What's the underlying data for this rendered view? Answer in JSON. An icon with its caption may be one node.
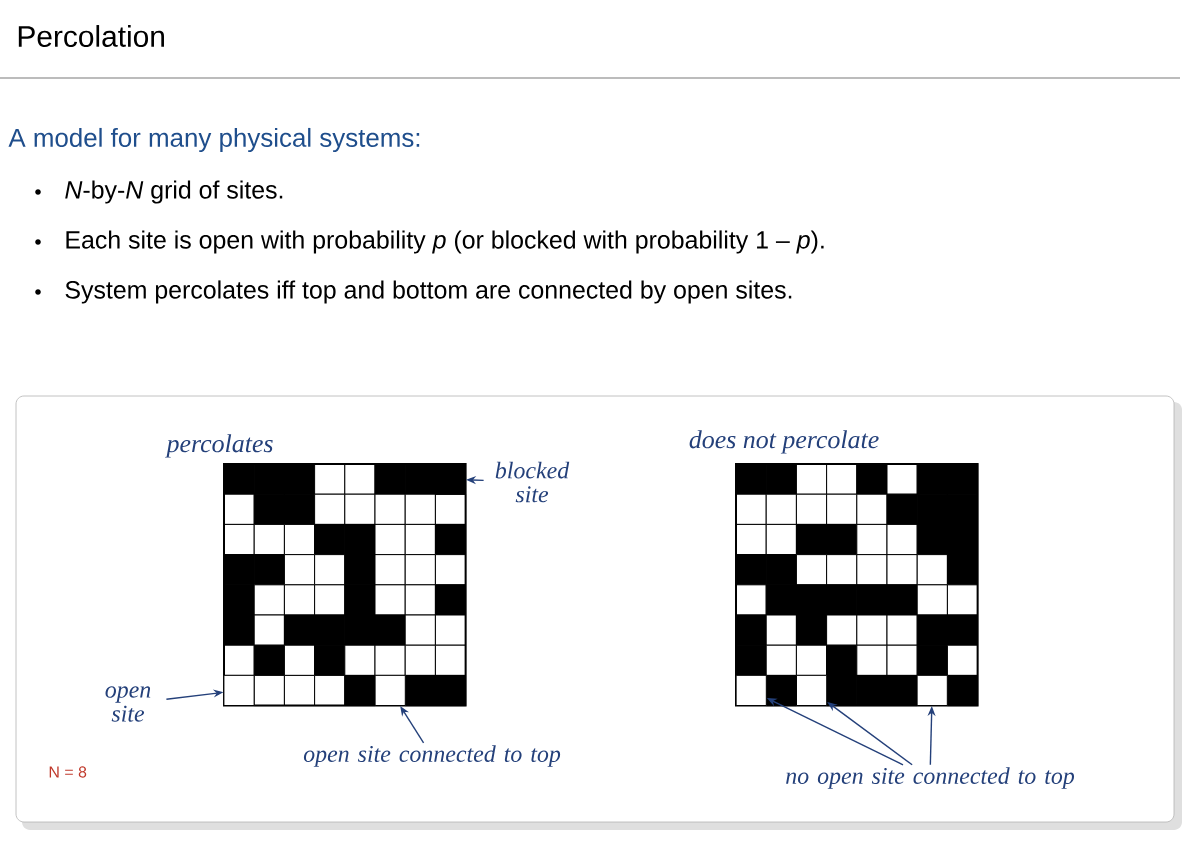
{
  "diagram": {
    "title": "Percolation",
    "nodes": [
      {
        "text": [
          "blocked site"
        ]
      },
      {
        "text": [],
        "shape": "box"
      },
      {
        "text": [
          "open site"
        ]
      },
      {
        "text": [],
        "shape": "box"
      },
      {
        "text": [
          "open site connected to top"
        ]
      },
      {
        "text": [],
        "shape": "box"
      },
      {
        "text": [
          "no open site connected to top"
        ]
      },
      {
        "text": [],
        "shape": "box"
      },
      {
        "text": [],
        "shape": "box"
      },
      {
        "text": [],
        "shape": "box"
      }
    ],
    "edges": [
      {
        "from": 0,
        "to": 1,
        "arrow": "to"
      },
      {
        "from": 2,
        "to": 3,
        "arrow": "to"
      },
      {
        "from": 4,
        "to": 5,
        "arrow": "to"
      },
      {
        "from": 6,
        "to": 7,
        "arrow": "to"
      },
      {
        "from": 6,
        "to": 8,
        "arrow": "to"
      },
      {
        "from": 6,
        "to": 9,
        "arrow": "to"
      }
    ],
    "labels": [
      "A model for many physical systems:",
      "*N*-by-*N* grid of sites.",
      "Each site is open with probability *p* (or blocked with probability 1 – *p*).",
      "System percolates iff top and bottom are connected by open sites.",
      "percolates",
      "does not percolate",
      "N = 8"
    ]
  }
}
